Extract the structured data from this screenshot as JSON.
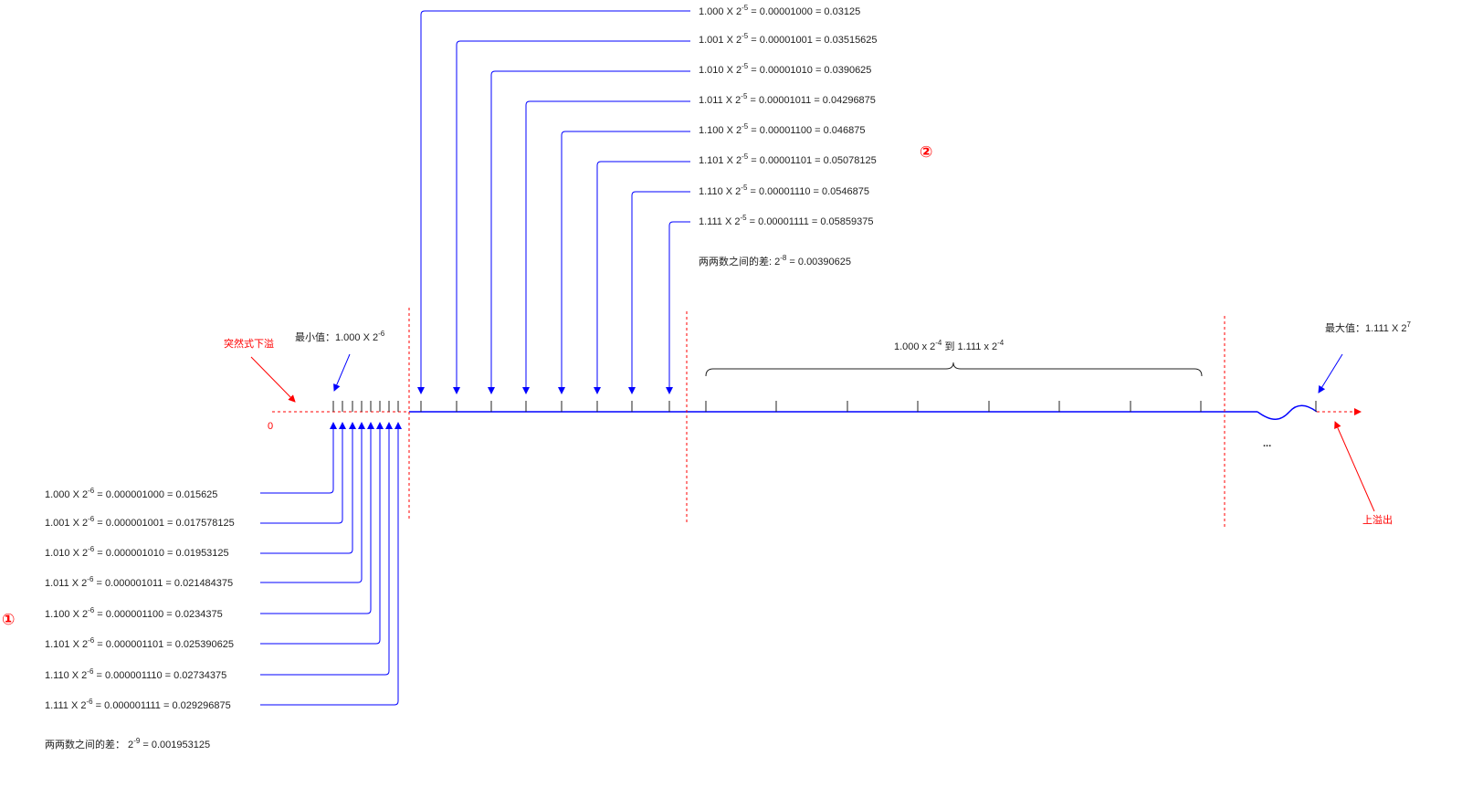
{
  "colors": {
    "axis": "#0000ff",
    "annotation": "#ff0000",
    "text": "#222222"
  },
  "labels": {
    "zero": "0",
    "underflow": "突然式下溢",
    "overflow": "上溢出",
    "min_value": "最小值：1.000 X 2",
    "min_exp": "-6",
    "max_value": "最大值：1.111 X 2",
    "max_exp": "7",
    "range_text_a": "1.000 x 2",
    "range_exp_a": "-4",
    "range_text_mid": " 到 1.111 x 2",
    "range_exp_b": "-4",
    "ellipsis": "...",
    "marker_1": "①",
    "marker_2": "②"
  },
  "group1": {
    "entries": [
      {
        "m": "1.000",
        "e": "-6",
        "rest": " = 0.000001000 = 0.015625"
      },
      {
        "m": "1.001",
        "e": "-6",
        "rest": " = 0.000001001 = 0.017578125"
      },
      {
        "m": "1.010",
        "e": "-6",
        "rest": " = 0.000001010 = 0.01953125"
      },
      {
        "m": "1.011",
        "e": "-6",
        "rest": " = 0.000001011 = 0.021484375"
      },
      {
        "m": "1.100",
        "e": "-6",
        "rest": " = 0.000001100 = 0.0234375"
      },
      {
        "m": "1.101",
        "e": "-6",
        "rest": " = 0.000001101 = 0.025390625"
      },
      {
        "m": "1.110",
        "e": "-6",
        "rest": " = 0.000001110 = 0.02734375"
      },
      {
        "m": "1.111",
        "e": "-6",
        "rest": " = 0.000001111 = 0.029296875"
      }
    ],
    "diff_prefix": "两两数之间的差：  2",
    "diff_exp": "-9",
    "diff_suffix": " = 0.001953125"
  },
  "group2": {
    "entries": [
      {
        "m": "1.000",
        "e": "-5",
        "rest": " = 0.00001000 = 0.03125"
      },
      {
        "m": "1.001",
        "e": "-5",
        "rest": " = 0.00001001 = 0.03515625"
      },
      {
        "m": "1.010",
        "e": "-5",
        "rest": " = 0.00001010 = 0.0390625"
      },
      {
        "m": "1.011",
        "e": "-5",
        "rest": " = 0.00001011 = 0.04296875"
      },
      {
        "m": "1.100",
        "e": "-5",
        "rest": " = 0.00001100 = 0.046875"
      },
      {
        "m": "1.101",
        "e": "-5",
        "rest": " = 0.00001101 = 0.05078125"
      },
      {
        "m": "1.110",
        "e": "-5",
        "rest": " = 0.00001110 = 0.0546875"
      },
      {
        "m": "1.111",
        "e": "-5",
        "rest": " = 0.00001111 = 0.05859375"
      }
    ],
    "diff_prefix": "两两数之间的差: 2",
    "diff_exp": "-8",
    "diff_suffix": " = 0.00390625"
  }
}
